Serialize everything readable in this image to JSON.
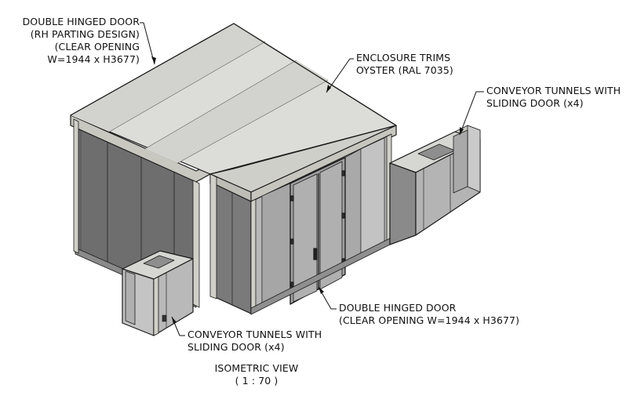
{
  "callouts": {
    "top_left": {
      "line1": "DOUBLE HINGED DOOR",
      "line2": "(RH PARTING DESIGN)",
      "line3": "(CLEAR OPENING",
      "line4": "W=1944 x H3677)"
    },
    "enclosure_trims": {
      "line1": "ENCLOSURE TRIMS",
      "line2": "OYSTER (RAL 7035)"
    },
    "conveyor_right": {
      "line1": "CONVEYOR TUNNELS WITH",
      "line2": "SLIDING DOOR (x4)"
    },
    "double_door_front": {
      "line1": "DOUBLE HINGED DOOR",
      "line2": "(CLEAR OPENING W=1944 x H3677)"
    },
    "conveyor_left": {
      "line1": "CONVEYOR TUNNELS WITH",
      "line2": "SLIDING DOOR (x4)"
    }
  },
  "view_title": {
    "name": "ISOMETRIC VIEW",
    "scale": "( 1 : 70 )"
  },
  "colors": {
    "panel_dark": "#707070",
    "panel_mid": "#9c9c9c",
    "panel_light": "#c4c4c4",
    "roof": "#d9d9d6",
    "trim": "#c9c9c2",
    "outline": "#1a1a1a"
  }
}
